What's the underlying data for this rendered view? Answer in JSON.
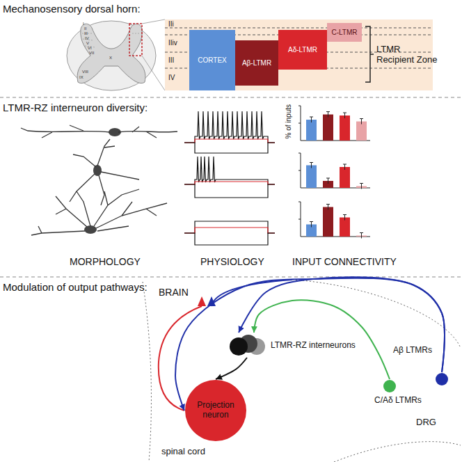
{
  "diagram": {
    "nodes": [
      {
        "text": [
          "CORTEX"
        ]
      },
      {
        "text": [
          "Aβ-LTMR"
        ]
      },
      {
        "text": [
          "Aδ-LTMR"
        ]
      },
      {
        "text": [
          "C-LTMR"
        ]
      },
      {
        "text": [
          "LTMR-RZ interneurons"
        ]
      },
      {
        "text": [
          "Projection neuron"
        ]
      },
      {
        "text": [
          "Aβ LTMRs"
        ]
      },
      {
        "text": [
          "C/Aδ LTMRs"
        ]
      }
    ],
    "edges": [
      {
        "from": 6,
        "to": 4,
        "arrow": "to"
      },
      {
        "from": 6,
        "to": 5,
        "arrow": "to"
      },
      {
        "from": 7,
        "to": 4,
        "arrow": "to"
      },
      {
        "from": 4,
        "to": 5,
        "arrow": "to"
      }
    ],
    "labels": [
      "Mechanosensory dorsal horn:",
      "I",
      "II",
      "III",
      "IV",
      "V",
      "VI",
      "VII",
      "VIII",
      "IX",
      "X",
      "IIi",
      "IIiv",
      "III",
      "IV",
      "LTMR Recipient Zone",
      "LTMR-RZ interneuron diversity:",
      "% of inputs",
      "MORPHOLOGY",
      "PHYSIOLOGY",
      "INPUT CONNECTIVITY",
      "Modulation of output pathways:",
      "BRAIN",
      "spinal cord",
      "DRG"
    ]
  }
}
